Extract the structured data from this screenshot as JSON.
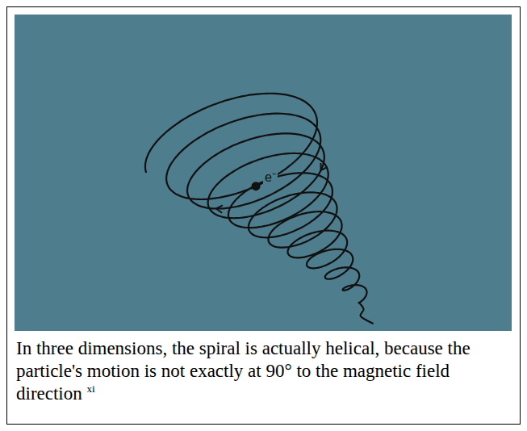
{
  "diagram": {
    "caption": "In three dimensions, the spiral is actually helical, because the particle's motion is not exactly at 90° to the magnetic field direction",
    "labels": [
      "e⁻",
      "xi"
    ]
  }
}
